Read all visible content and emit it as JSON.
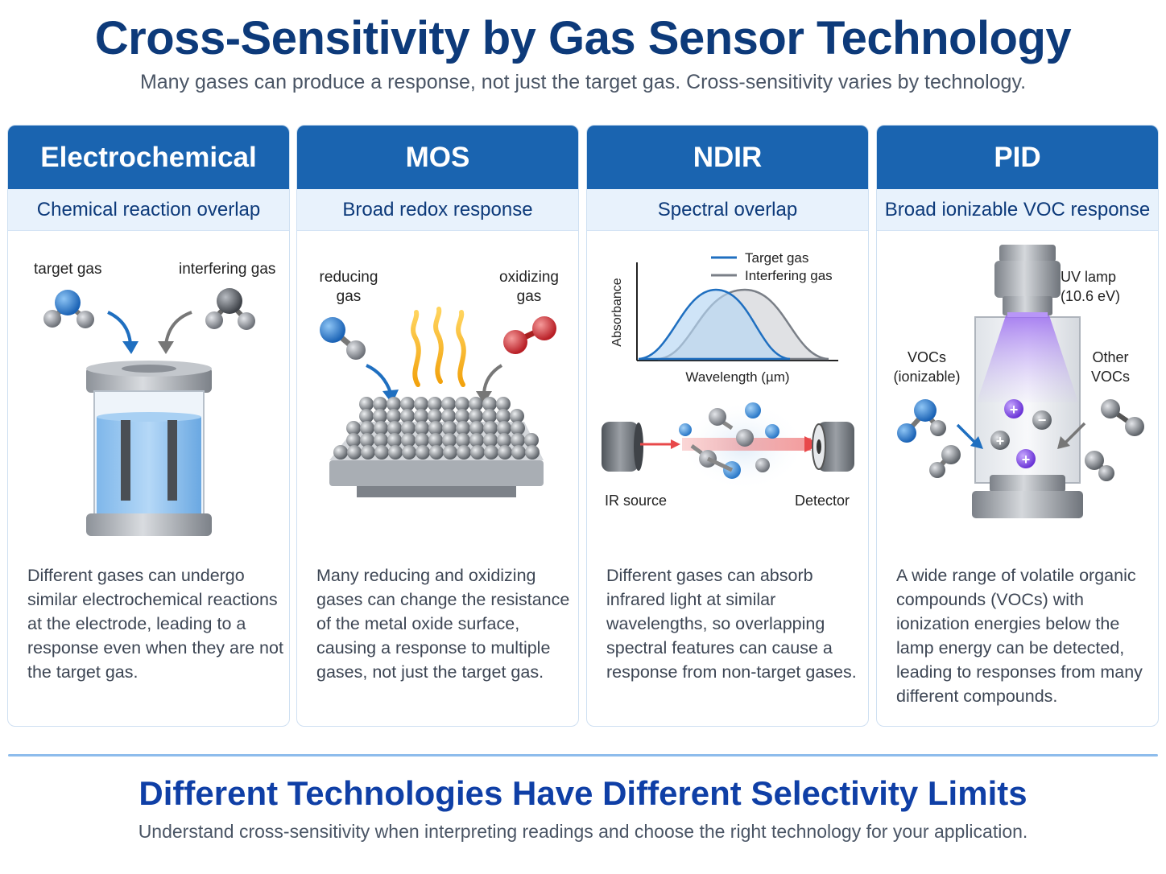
{
  "header": {
    "title": "Cross-Sensitivity by Gas Sensor Technology",
    "subtitle": "Many gases can produce a response, not just the target gas. Cross-sensitivity varies by technology."
  },
  "panels": [
    {
      "title": "Electrochemical",
      "subtitle": "Chemical reaction overlap",
      "labels": {
        "left": "target gas",
        "right": "interfering gas"
      },
      "description": "Different gases can undergo similar electrochemical reactions at the electrode, leading to a response even when they are not the target gas."
    },
    {
      "title": "MOS",
      "subtitle": "Broad redox response",
      "labels": {
        "left_line1": "reducing",
        "left_line2": "gas",
        "right_line1": "oxidizing",
        "right_line2": "gas"
      },
      "description": "Many reducing and oxidizing gases can change the resistance of the metal oxide surface, causing a response to multiple gases, not just the target gas."
    },
    {
      "title": "NDIR",
      "subtitle": "Spectral overlap",
      "labels": {
        "legend_target": "Target gas",
        "legend_interfering": "Interfering gas",
        "y_axis": "Absorbance",
        "x_axis": "Wavelength (µm)",
        "source": "IR source",
        "detector": "Detector"
      },
      "description": "Different gases can absorb infrared light at similar wavelengths, so overlapping spectral features can cause a response from non-target gases."
    },
    {
      "title": "PID",
      "subtitle": "Broad ionizable VOC response",
      "labels": {
        "lamp_line1": "UV lamp",
        "lamp_line2": "(10.6 eV)",
        "left_line1": "VOCs",
        "left_line2": "(ionizable)",
        "right_line1": "Other",
        "right_line2": "VOCs",
        "plus": "+",
        "minus": "−"
      },
      "description": "A wide range of volatile organic compounds (VOCs) with ionization energies below the lamp energy can be detected, leading to responses from many different compounds."
    }
  ],
  "footer": {
    "title": "Different Technologies Have Different Selectivity Limits",
    "subtitle": "Understand cross-sensitivity when interpreting readings and choose the right technology for your application."
  },
  "colors": {
    "header_blue": "#1a64b0",
    "title_navy": "#0d3a7a",
    "target_blue": "#1f6fc0",
    "interfering_gray": "#7a7f87",
    "uv_violet": "#9b6cf0",
    "ir_red": "#e8484a"
  }
}
